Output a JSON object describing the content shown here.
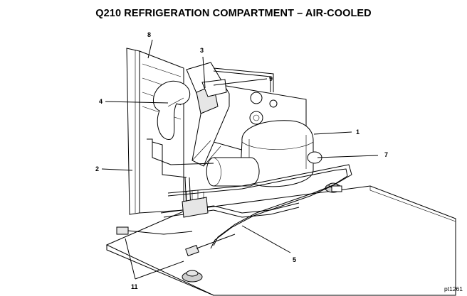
{
  "title": "Q210 REFRIGERATION COMPARTMENT – AIR-COOLED",
  "callouts": {
    "c1": "1",
    "c2": "2",
    "c3": "3",
    "c4": "4",
    "c5": "5",
    "c7": "7",
    "c8": "8",
    "c9": "9",
    "c11": "11"
  },
  "figure_id": "pt1261"
}
